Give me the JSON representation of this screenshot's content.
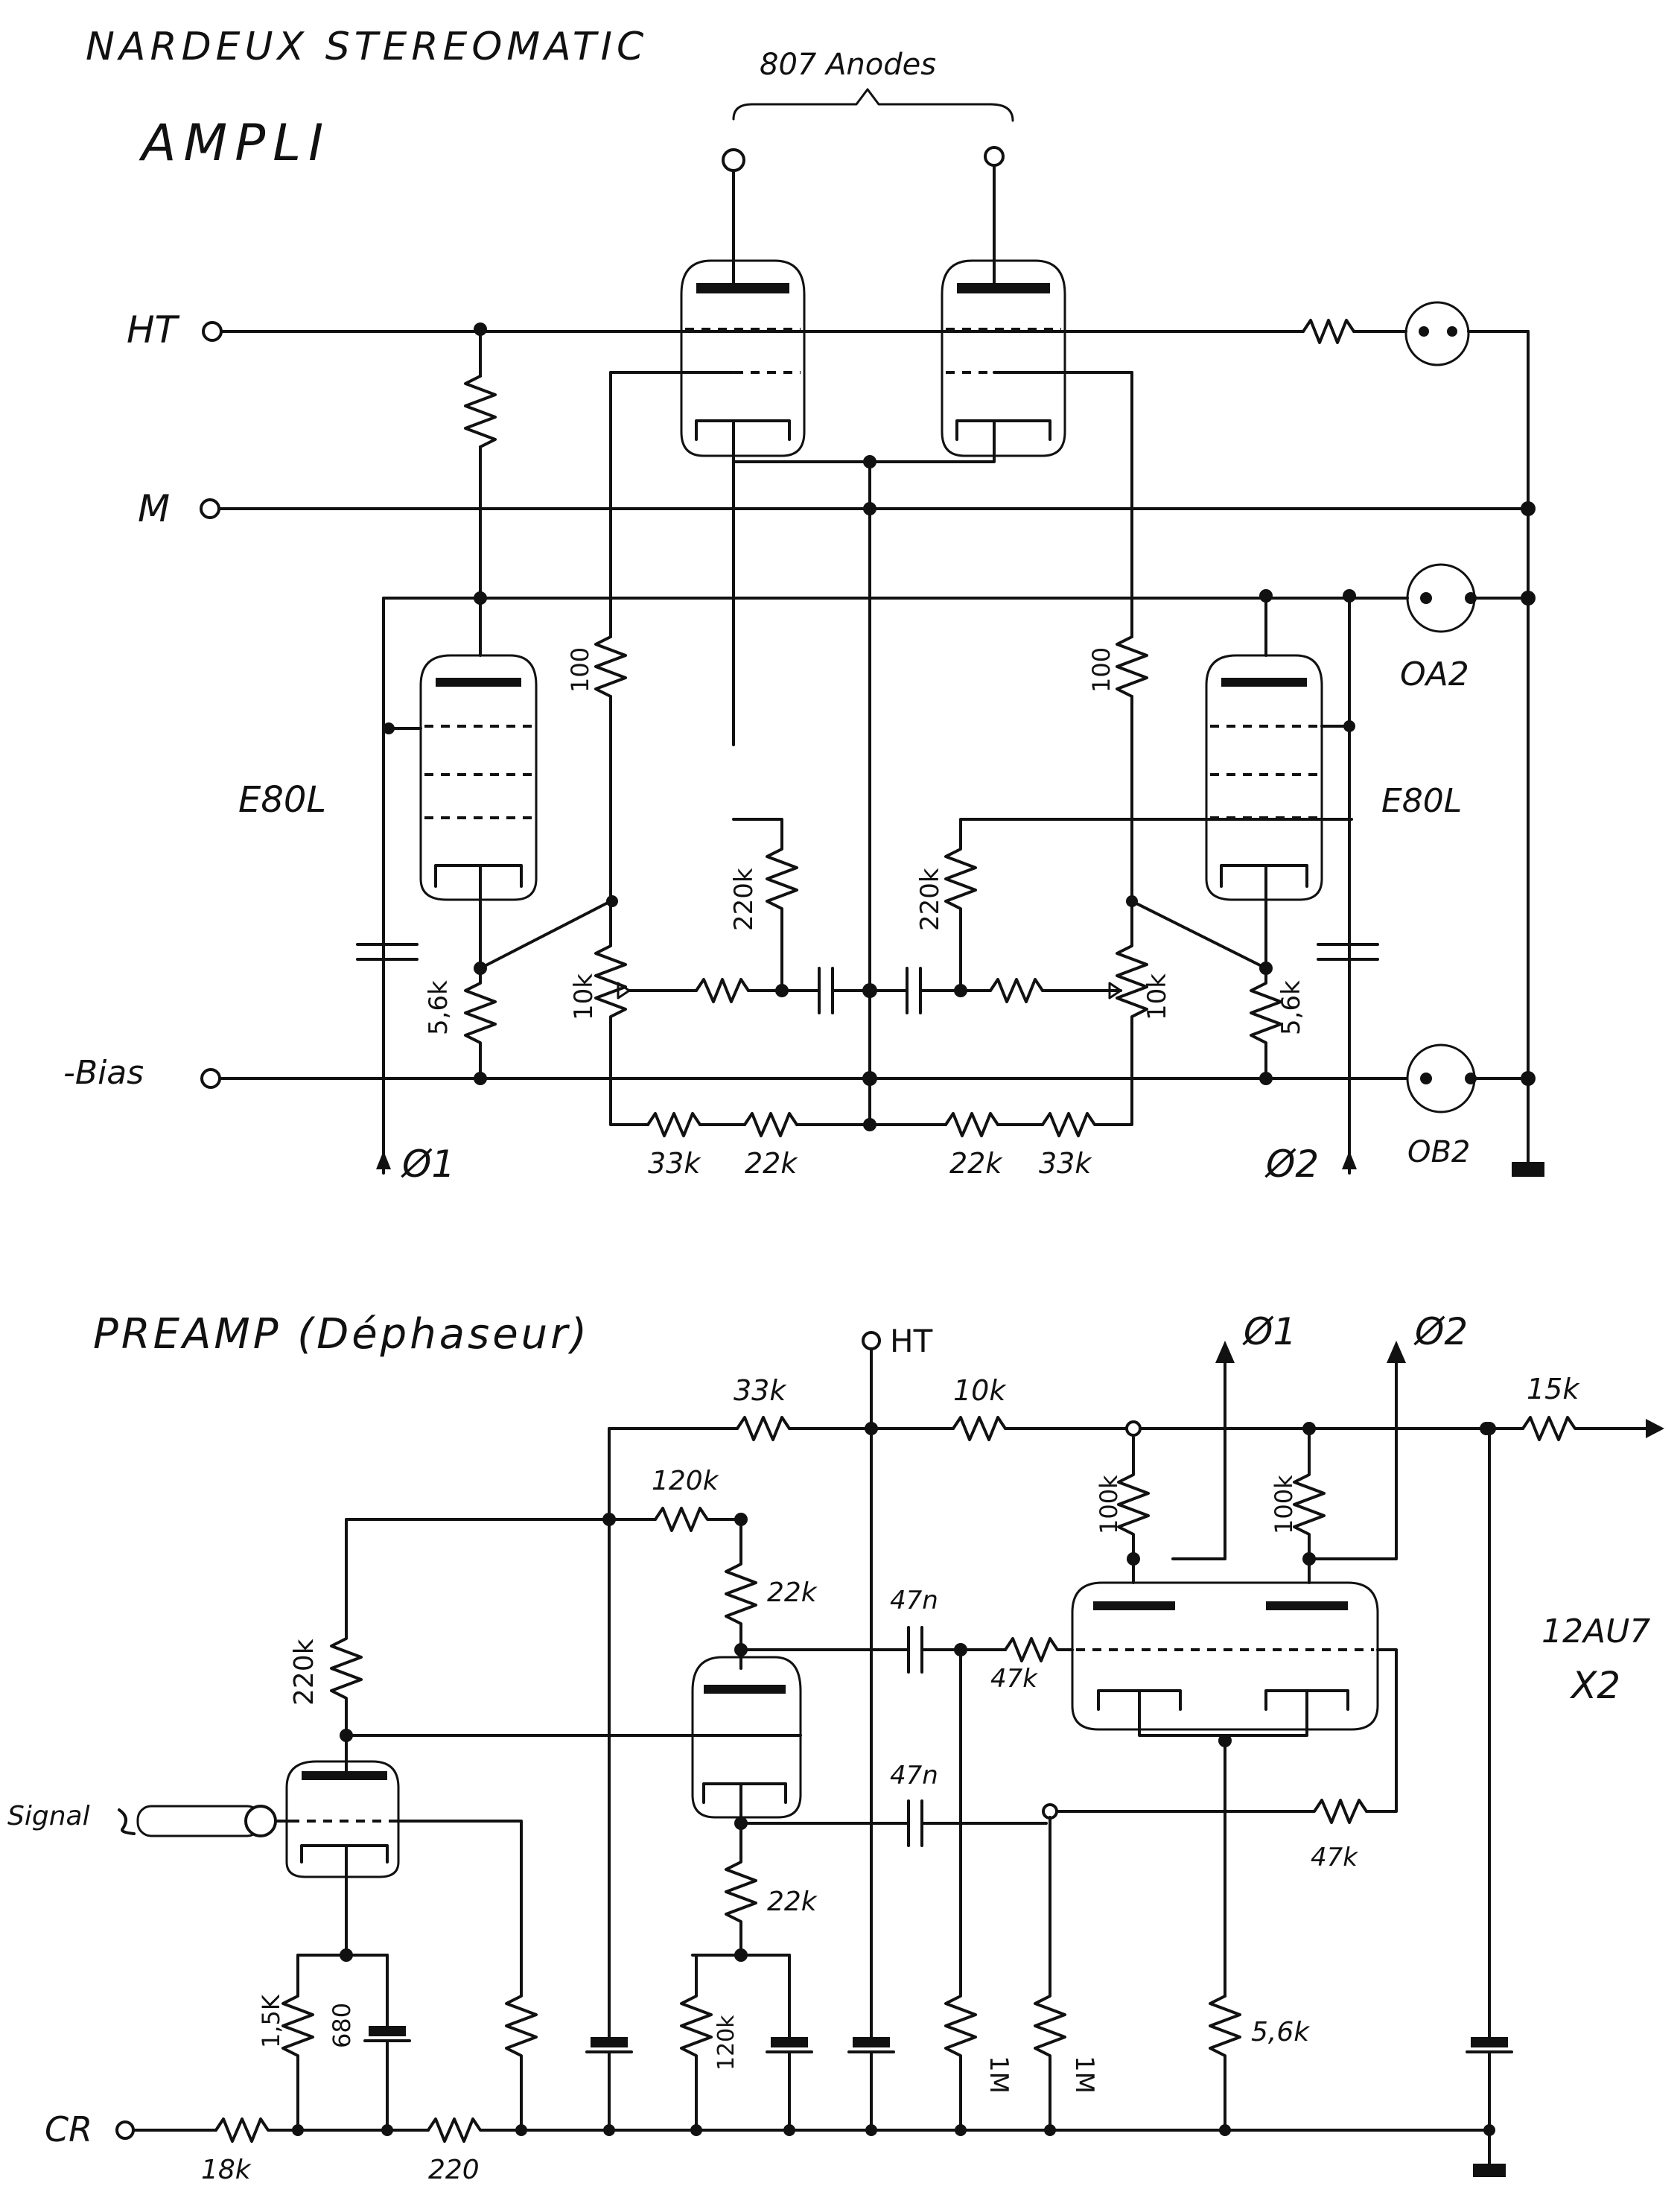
{
  "title": {
    "line1": "NARDEUX STEREOMATIC",
    "line2": "AMPLI"
  },
  "amp": {
    "anodes_label": "807 Anodes",
    "rails": {
      "ht": "HT",
      "m": "M",
      "bias": "-Bias"
    },
    "tube_left": "E80L",
    "tube_right": "E80L",
    "r_100_left": "100",
    "r_100_right": "100",
    "r_220k_left": "220k",
    "r_220k_right": "220k",
    "r_10k_left": "10k",
    "r_10k_right": "10k",
    "r_56k_left": "5,6k",
    "r_56k_right": "5,6k",
    "bottom_resistors": [
      "33k",
      "22k",
      "22k",
      "33k"
    ],
    "phase_left": "Ø1",
    "phase_right": "Ø2",
    "reg_top": "OA2",
    "reg_bottom": "OB2"
  },
  "preamp": {
    "title": "PREAMP (Déphaseur)",
    "ht": "HT",
    "out_phase1": "Ø1",
    "out_phase2": "Ø2",
    "r_33k": "33k",
    "r_10k": "10k",
    "r_15k": "15k",
    "r_120k": "120k",
    "r_220k": "220k",
    "r_22k_top": "22k",
    "r_22k_bottom": "22k",
    "c_47n_top": "47n",
    "c_47n_bottom": "47n",
    "r_47k_top": "47k",
    "r_47k_bottom": "47k",
    "r_100k_left": "100k",
    "r_100k_right": "100k",
    "tube_note_1": "12AU7",
    "tube_note_2": "X2",
    "signal": "Signal",
    "cr": "CR",
    "r_15k_cathode": "1,5K",
    "c_680": "680",
    "r_120k_cathode": "120k",
    "r_1m_a": "1M",
    "r_1m_b": "1M",
    "r_56k_tail": "5,6k",
    "r_18k": "18k",
    "r_220": "220"
  }
}
